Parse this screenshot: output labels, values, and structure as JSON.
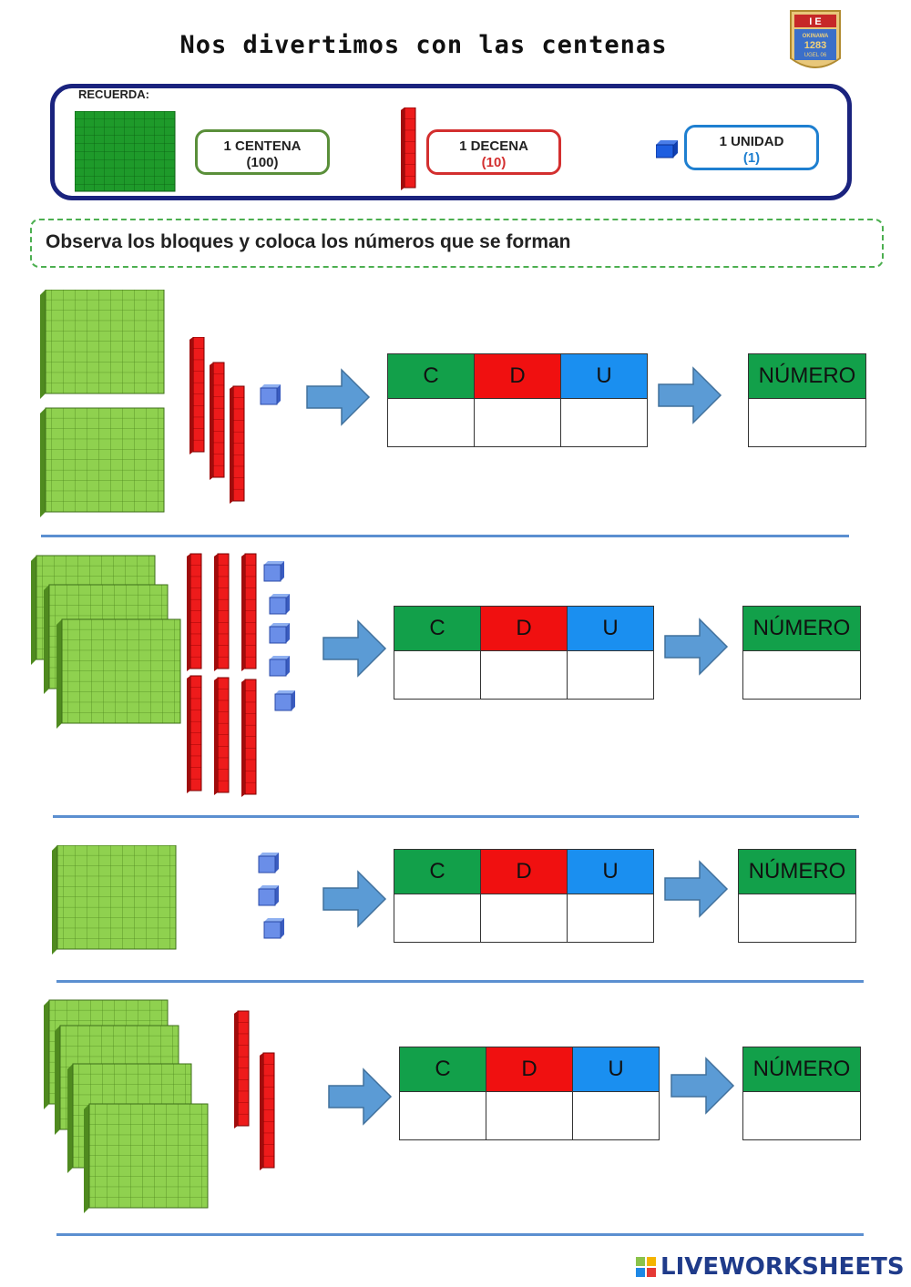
{
  "title": "Nos divertimos con las centenas",
  "badge": {
    "letters": "I E",
    "text_1": "OKINAWA",
    "text_2": "1283",
    "text_3": "UGEL 06"
  },
  "recuerda": {
    "label": "RECUERDA:",
    "centena": {
      "name": "1 CENTENA",
      "value": "(100)"
    },
    "decena": {
      "name": "1 DECENA",
      "value": "(10)"
    },
    "unidad": {
      "name": "1 UNIDAD",
      "value": "(1)"
    }
  },
  "instruction": "Observa los bloques y coloca los números que se forman",
  "table_headers": {
    "c": "C",
    "d": "D",
    "u": "U",
    "numero": "NÚMERO"
  },
  "exercises": [
    {
      "centenas": 2,
      "decenas": 3,
      "unidades": 1
    },
    {
      "centenas": 3,
      "decenas": 6,
      "unidades": 5
    },
    {
      "centenas": 1,
      "decenas": 0,
      "unidades": 3
    },
    {
      "centenas": 4,
      "decenas": 2,
      "unidades": 0
    }
  ],
  "footer_logo": "LIVEWORKSHEETS",
  "colors": {
    "c": "#12a04a",
    "d": "#f01010",
    "u": "#1a8ff0",
    "numero": "#12a04a",
    "arrow": "#5b9bd5",
    "frame": "#1a237e"
  }
}
